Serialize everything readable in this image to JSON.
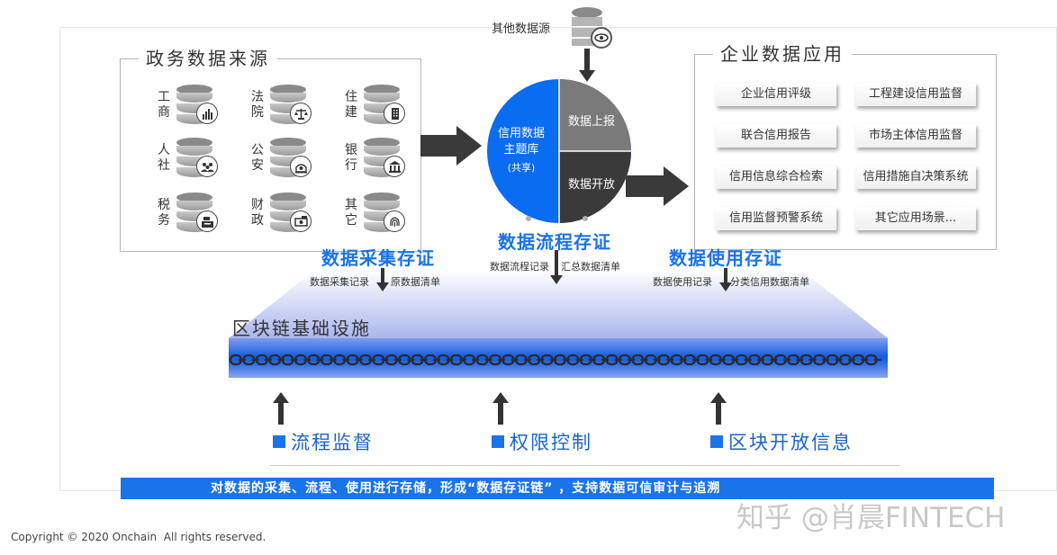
{
  "other_source": {
    "label": "其他数据源",
    "icon": "database-eye-icon"
  },
  "gov": {
    "title": "政务数据来源",
    "sources": [
      {
        "label": "工商",
        "icon": "building-chart-icon"
      },
      {
        "label": "法院",
        "icon": "scales-icon"
      },
      {
        "label": "住建",
        "icon": "skyscraper-icon"
      },
      {
        "label": "人社",
        "icon": "people-icon"
      },
      {
        "label": "公安",
        "icon": "police-icon"
      },
      {
        "label": "银行",
        "icon": "bank-icon"
      },
      {
        "label": "税务",
        "icon": "cash-register-icon"
      },
      {
        "label": "财政",
        "icon": "money-icon"
      },
      {
        "label": "其它",
        "icon": "fingerprint-icon"
      }
    ]
  },
  "center": {
    "pie_left": "信用数据主题库",
    "pie_left_sub": "(共享)",
    "report": "数据上报",
    "open": "数据开放"
  },
  "apps": {
    "title": "企业数据应用",
    "items": [
      "企业信用评级",
      "工程建设信用监督",
      "联合信用报告",
      "市场主体信用监督",
      "信用信息综合检索",
      "信用措施自决策系统",
      "信用监督预警系统",
      "其它应用场景..."
    ]
  },
  "evidence": {
    "collect": {
      "title": "数据采集存证",
      "left": "数据采集记录",
      "right": "原数据清单"
    },
    "flow": {
      "title": "数据流程存证",
      "left": "数据流程记录",
      "right": "汇总数据清单"
    },
    "use": {
      "title": "数据使用存证",
      "left": "数据使用记录",
      "right": "分类信用数据清单"
    }
  },
  "infra": {
    "title": "区块链基础设施"
  },
  "controls": [
    "流程监督",
    "权限控制",
    "区块开放信息"
  ],
  "banner": "对数据的采集、流程、使用进行存储，形成“数据存证链” ，支持数据可信审计与追溯",
  "watermark": "知乎 @肖晨FINTECH",
  "copyright": "Copyright © 2020 Onchain  All rights reserved.",
  "colors": {
    "accent": "#1a73e8",
    "pie_blue": "#0a6cf0",
    "dark_gray": "#3a3a3a",
    "mid_gray": "#7a7a7a"
  }
}
